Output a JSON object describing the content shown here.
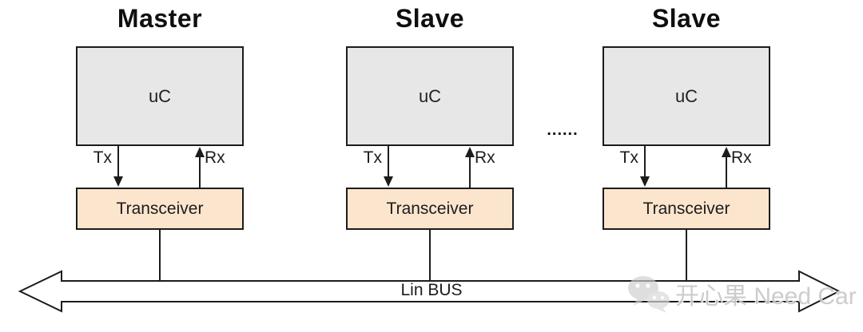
{
  "diagram": {
    "nodes": [
      {
        "title": "Master",
        "uc_label": "uC",
        "tx_label": "Tx",
        "rx_label": "Rx",
        "transceiver_label": "Transceiver"
      },
      {
        "title": "Slave",
        "uc_label": "uC",
        "tx_label": "Tx",
        "rx_label": "Rx",
        "transceiver_label": "Transceiver"
      },
      {
        "title": "Slave",
        "uc_label": "uC",
        "tx_label": "Tx",
        "rx_label": "Rx",
        "transceiver_label": "Transceiver"
      }
    ],
    "ellipsis": "......",
    "bus_label": "Lin BUS",
    "watermark": {
      "icon": "wechat-icon",
      "text": "开心果 Need Car"
    },
    "colors": {
      "uc_fill": "#e7e7e7",
      "transceiver_fill": "#fce5cd",
      "outline": "#1c1c1c",
      "watermark_text": "#c8c8c8"
    }
  }
}
